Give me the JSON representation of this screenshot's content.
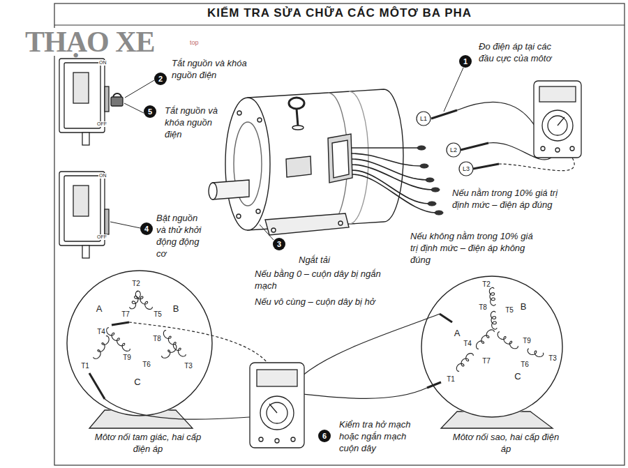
{
  "diagram": {
    "title": "KIỂM TRA SỬA CHỮA CÁC MÔTƠ BA PHA",
    "nodes": [
      {
        "text": [
          "T2",
          "T7",
          "T5",
          "A",
          "B",
          "T4",
          "T8",
          "T9",
          "T1",
          "T6",
          "T3",
          "C",
          "Môtơ nối tam giác, hai cấp điện áp"
        ]
      },
      {
        "text": [
          "T2",
          "T8",
          "T5",
          "B",
          "A",
          "T4",
          "T9",
          "T7",
          "T6",
          "T3",
          "C",
          "T1",
          "Môtơ nối sao, hai cấp điện áp"
        ]
      }
    ],
    "labels": [
      "THẠO XE",
      "top",
      "ON",
      "OFF",
      "2",
      "Tắt nguồn và khóa nguồn điện",
      "5",
      "Tắt nguồn và khóa nguồn điện",
      "1",
      "Đo điện áp tại các đầu cực của môtơ",
      "L1",
      "L2",
      "L3",
      "Nếu nằm trong 10% giá trị định mức – điện áp đúng",
      "ON",
      "OFF",
      "4",
      "Bật nguồn và thử khởi động động cơ",
      "3",
      "Nếu không nằm trong 10% giá trị định mức – điện áp không đúng",
      "Ngắt tải",
      "Nếu bằng 0 – cuộn dây bị ngắn mạch",
      "Nếu vô cùng – cuộn dây bị hở",
      "6",
      "Kiểm tra hở mạch hoặc ngắn mạch cuộn dây"
    ]
  }
}
